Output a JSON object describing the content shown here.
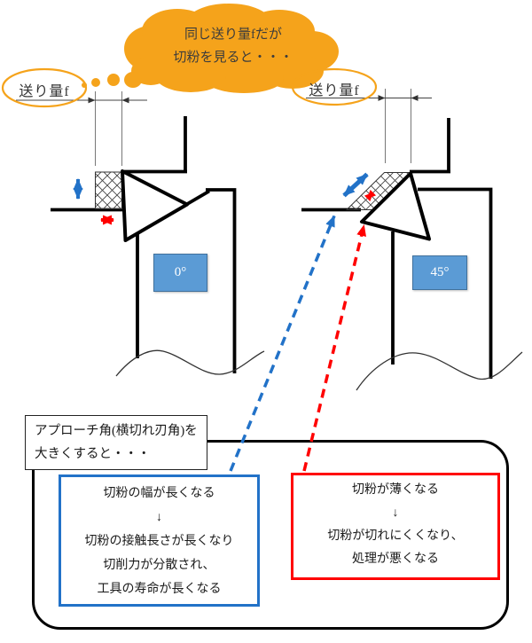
{
  "thought_bubble": {
    "line1": "同じ送り量fだが",
    "line2": "切粉を見ると・・・"
  },
  "left_tool": {
    "feed_label": "送り量f",
    "angle_label": "0°"
  },
  "right_tool": {
    "feed_label": "送り量f",
    "angle_label": "45°"
  },
  "approach_note": {
    "line1": "アプローチ角(横切れ刃角)を",
    "line2": "大きくすると・・・"
  },
  "blue_box": {
    "lines": [
      "切粉の幅が長くなる",
      "↓",
      "切粉の接触長さが長くなり",
      "切削力が分散され、",
      "工具の寿命が長くなる"
    ]
  },
  "red_box": {
    "lines": [
      "切粉が薄くなる",
      "↓",
      "切粉が切れにくくなり、",
      "処理が悪くなる"
    ]
  },
  "colors": {
    "orange": "#F5A31B",
    "blue": "#2272C8",
    "red": "#FF0000",
    "badge_fill": "#5B9BD5",
    "badge_border": "#41719C",
    "line_black": "#000000"
  }
}
